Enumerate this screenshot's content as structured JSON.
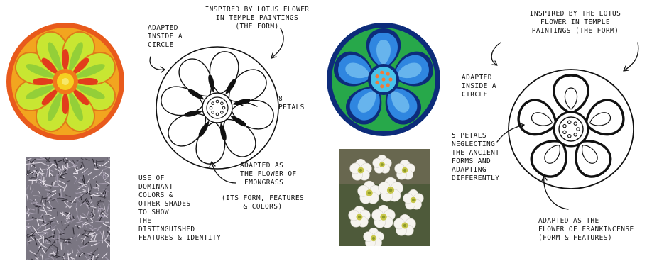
{
  "annotations": {
    "left_sketch": {
      "inspired": "Inspired by lotus flower\nin temple paintings\n(the form)",
      "adapted_circle": "Adapted\ninside a\ncircle",
      "petals": "8\npetals",
      "adapted_flower": "Adapted as\nthe flower of\nlemongrass",
      "form_features": "(its form, features\n& colors)",
      "dominant": "Use of\ndominant\ncolors &\nother shades\nto show\nthe\ndistinguished\nfeatures & identity"
    },
    "right_sketch": {
      "inspired": "Inspired by the lotus\nflower in temple\npaintings (the form)",
      "adapted_circle": "Adapted\ninside a\ncircle",
      "petals": "5 petals\nneglecting\nthe ancient\nforms and\nadapting\ndifferently",
      "adapted_flower": "Adapted as the\nflower of frankincense\n(form & features)"
    }
  },
  "colors": {
    "lemongrass_outer": "#e85a1c",
    "lemongrass_mid": "#f2a51f",
    "lemongrass_petal": "#c8e632",
    "lemongrass_center": "#f5d020",
    "frankincense_outer": "#0d2c7a",
    "frankincense_petal": "#2f86e0",
    "frankincense_ring": "#27a84a",
    "frankincense_center": "#48c2ea",
    "ink": "#111111"
  }
}
